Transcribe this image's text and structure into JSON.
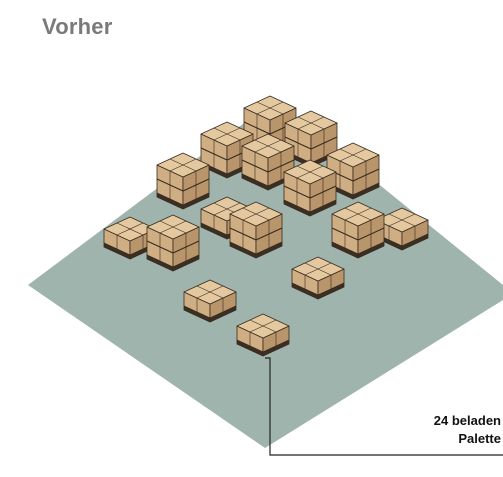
{
  "title": "Vorher",
  "callout": {
    "line1": "24 beladen",
    "line2": "Palette"
  },
  "colors": {
    "floor": "#9fb4ac",
    "box_top": "#e3c8a0",
    "box_left": "#cfae84",
    "box_right": "#b8956b",
    "outline": "#3a2b1d",
    "pallet": "#3b2f25"
  }
}
